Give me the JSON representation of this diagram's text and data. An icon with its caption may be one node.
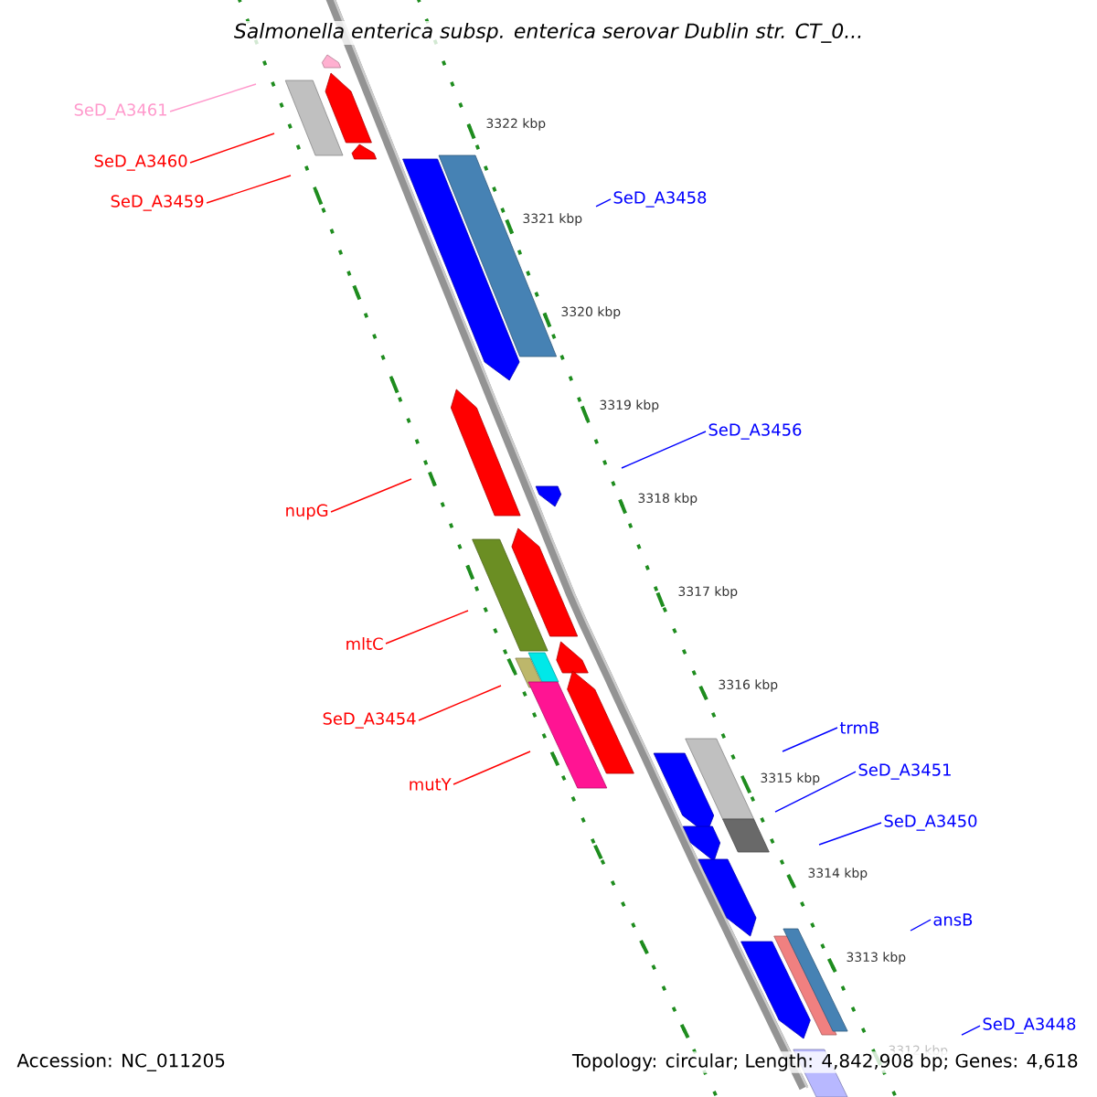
{
  "diagram": {
    "title": "Salmonella enterica subsp. enterica serovar Dublin str. CT_0...",
    "nodes": [
      {
        "text": [
          "SeD_A3461"
        ]
      },
      {
        "text": [
          "SeD_A3460"
        ]
      },
      {
        "text": [
          "SeD_A3459"
        ]
      },
      {
        "text": [
          "SeD_A3458"
        ]
      },
      {
        "text": [
          "SeD_A3456"
        ]
      },
      {
        "text": [
          "nupG"
        ]
      },
      {
        "text": [
          "mltC"
        ]
      },
      {
        "text": [
          "SeD_A3454"
        ]
      },
      {
        "text": [
          "mutY"
        ]
      },
      {
        "text": [
          "trmB"
        ]
      },
      {
        "text": [
          "SeD_A3451"
        ]
      },
      {
        "text": [
          "SeD_A3450"
        ]
      },
      {
        "text": [
          "ansB"
        ]
      },
      {
        "text": [
          "SeD_A3448"
        ]
      }
    ],
    "edges": [
      {
        "from": 0,
        "to": null,
        "arrow": "none",
        "color": "#ff99cc"
      },
      {
        "from": 1,
        "to": null,
        "arrow": "none",
        "color": "#ff0000"
      },
      {
        "from": 2,
        "to": null,
        "arrow": "none",
        "color": "#ff0000"
      },
      {
        "from": 3,
        "to": null,
        "arrow": "none"
      },
      {
        "from": 4,
        "to": null,
        "arrow": "none"
      },
      {
        "from": 5,
        "to": null,
        "arrow": "none",
        "color": "#ff0000"
      },
      {
        "from": 6,
        "to": null,
        "arrow": "none",
        "color": "#ff0000"
      },
      {
        "from": 7,
        "to": null,
        "arrow": "none",
        "color": "#ff0000"
      },
      {
        "from": 8,
        "to": null,
        "arrow": "none",
        "color": "#ff0000"
      },
      {
        "from": 9,
        "to": null,
        "arrow": "none"
      },
      {
        "from": 10,
        "to": null,
        "arrow": "none"
      },
      {
        "from": 11,
        "to": null,
        "arrow": "none"
      },
      {
        "from": 12,
        "to": null,
        "arrow": "none"
      },
      {
        "from": 13,
        "to": null,
        "arrow": "none"
      }
    ],
    "labels": [
      "3322 kbp",
      "3321 kbp",
      "3320 kbp",
      "3319 kbp",
      "3318 kbp",
      "3317 kbp",
      "3316 kbp",
      "3315 kbp",
      "3314 kbp",
      "3313 kbp",
      "3312 kbp",
      "Accession: NC_011205",
      "Topology: circular; Length: 4,842,908 bp; Genes: 4,618"
    ]
  }
}
